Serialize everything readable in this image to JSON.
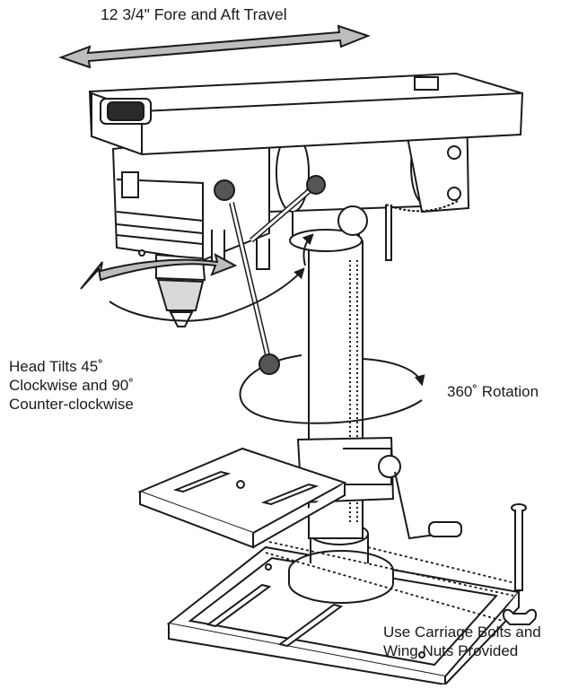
{
  "labels": {
    "fore_aft_travel": "12 3/4\" Fore and Aft Travel",
    "head_tilt": [
      "Head Tilts 45˚",
      "Clockwise and 90˚",
      "Counter-clockwise"
    ],
    "rotation": "360˚ Rotation",
    "carriage_bolts": [
      "Use Carriage Bolts and",
      "Wing Nuts Provided"
    ]
  },
  "colors": {
    "ink": "#1a1a1a",
    "arrow_fill": "#bdbdbd",
    "paper": "#ffffff"
  }
}
